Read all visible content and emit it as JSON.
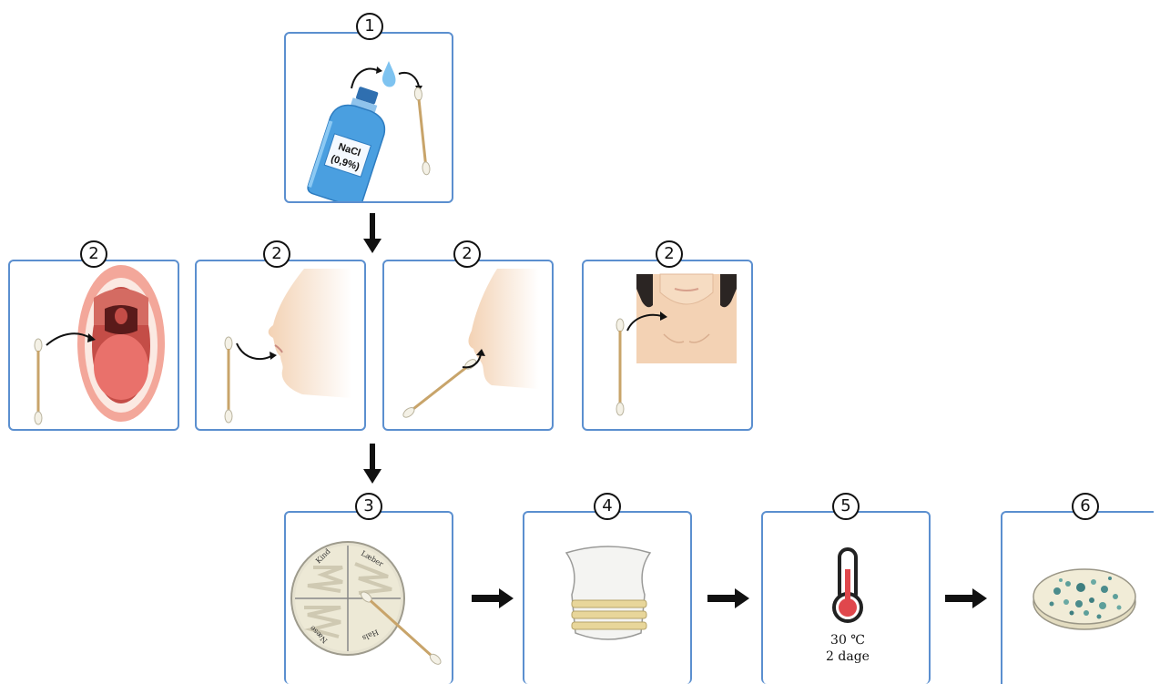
{
  "steps": {
    "s1": "1",
    "s2": "2",
    "s3": "3",
    "s4": "4",
    "s5": "5",
    "s6": "6"
  },
  "bottle": {
    "line1": "NaCl",
    "line2": "(0,9%)"
  },
  "plate": {
    "q1": "Kind",
    "q2": "Læber",
    "q3": "Næse",
    "q4": "Hals"
  },
  "incubation": {
    "temp": "30 ℃",
    "time": "2 dage"
  },
  "colors": {
    "panel_border": "#5b8fcf",
    "arrow": "#111111",
    "bottle": "#4a9fe0",
    "drop": "#7ec3f0"
  }
}
